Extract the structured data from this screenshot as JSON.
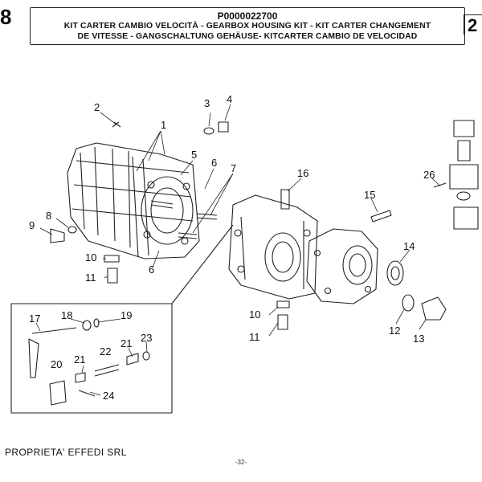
{
  "header": {
    "page_left": "8",
    "page_right": "2",
    "part_code": "P0000022700",
    "title_line1": "KIT CARTER CAMBIO VELOCITÀ - GEARBOX HOUSING KIT - KIT CARTER CHANGEMENT",
    "title_line2": "DE VITESSE - GANGSCHALTUNG GEHÄUSE- KITCARTER CAMBIO DE VELOCIDAD"
  },
  "callouts": {
    "c1": "1",
    "c2": "2",
    "c3": "3",
    "c4": "4",
    "c5": "5",
    "c6a": "6",
    "c6b": "6",
    "c7": "7",
    "c8": "8",
    "c9": "9",
    "c10a": "10",
    "c10b": "10",
    "c11a": "11",
    "c11b": "11",
    "c12": "12",
    "c13": "13",
    "c14": "14",
    "c15": "15",
    "c16": "16",
    "c17": "17",
    "c18": "18",
    "c19": "19",
    "c20": "20",
    "c21a": "21",
    "c21b": "21",
    "c22": "22",
    "c23": "23",
    "c24": "24",
    "c26": "26"
  },
  "footer": {
    "owner": "PROPRIETA' EFFEDI SRL",
    "page_number": "-32-"
  }
}
